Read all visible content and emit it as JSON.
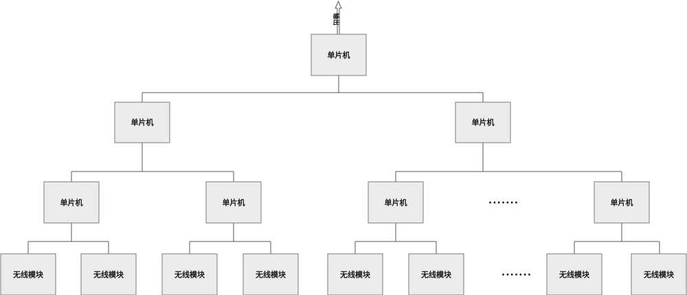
{
  "diagram": {
    "output_label": "输出",
    "ellipsis": "·······",
    "mcu_label": "单片机",
    "wireless_label": "无线模块",
    "nodes": [
      {
        "id": "mcu-root",
        "label": "单片机"
      },
      {
        "id": "mcu-l1-left",
        "label": "单片机"
      },
      {
        "id": "mcu-l1-right",
        "label": "单片机"
      },
      {
        "id": "mcu-l2-1",
        "label": "单片机"
      },
      {
        "id": "mcu-l2-2",
        "label": "单片机"
      },
      {
        "id": "mcu-l2-3",
        "label": "单片机"
      },
      {
        "id": "mcu-l2-4",
        "label": "单片机"
      },
      {
        "id": "wireless-1",
        "label": "无线模块"
      },
      {
        "id": "wireless-2",
        "label": "无线模块"
      },
      {
        "id": "wireless-3",
        "label": "无线模块"
      },
      {
        "id": "wireless-4",
        "label": "无线模块"
      },
      {
        "id": "wireless-5",
        "label": "无线模块"
      },
      {
        "id": "wireless-6",
        "label": "无线模块"
      },
      {
        "id": "wireless-7",
        "label": "无线模块"
      },
      {
        "id": "wireless-8",
        "label": "无线模块"
      }
    ]
  }
}
